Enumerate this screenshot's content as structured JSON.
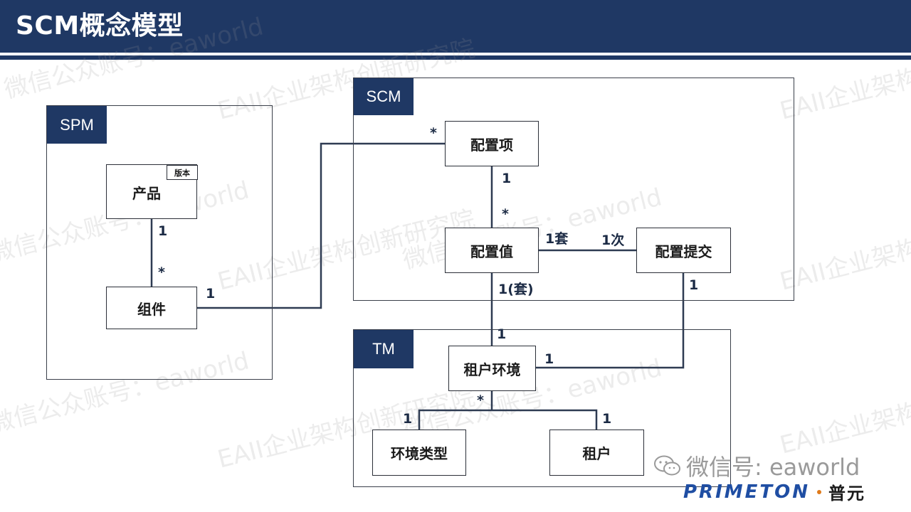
{
  "title": "SCM概念模型",
  "watermark": {
    "line1": "EAII企业架构创新研究院",
    "line2": "微信公众账号：eaworld"
  },
  "packages": {
    "spm": {
      "label": "SPM"
    },
    "scm": {
      "label": "SCM"
    },
    "tm": {
      "label": "TM"
    }
  },
  "boxes": {
    "product": "产品",
    "product_badge": "版本",
    "component": "组件",
    "config_item": "配置项",
    "config_value": "配置值",
    "config_commit": "配置提交",
    "tenant_env": "租户环境",
    "env_type": "环境类型",
    "tenant": "租户"
  },
  "multiplicities": {
    "product_component_top": "1",
    "product_component_bottom": "*",
    "component_link": "1",
    "config_item_link": "*",
    "config_item_value_top": "1",
    "config_item_value_bottom": "*",
    "value_commit_left": "1套",
    "value_commit_right": "1次",
    "value_env_top": "1(套)",
    "value_env_bottom": "1",
    "commit_env_top": "1",
    "commit_env_right": "1",
    "env_children": "*",
    "env_type": "1",
    "tenant": "1"
  },
  "footer": {
    "wechat": "微信号: eaworld",
    "logo_en": "PRIMETON",
    "logo_cn": "普元"
  },
  "colors": {
    "header": "#1f3864",
    "line": "#2e3b52"
  }
}
